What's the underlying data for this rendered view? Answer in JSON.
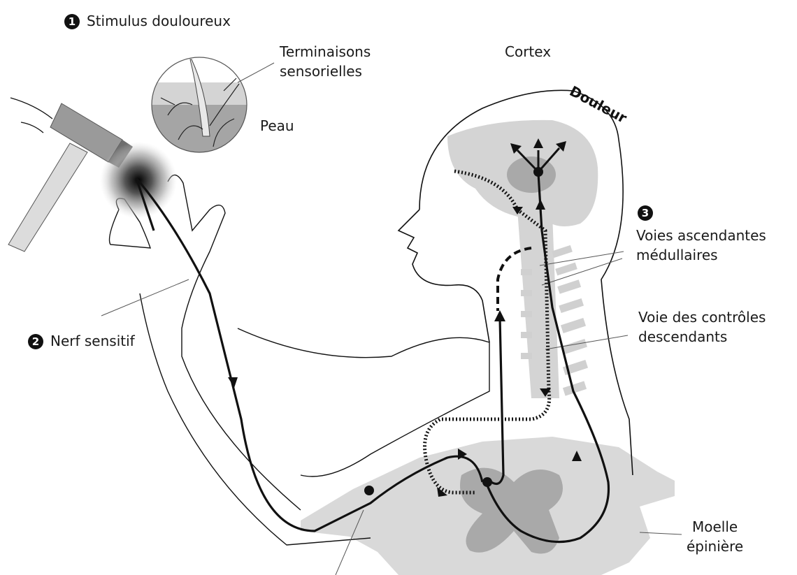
{
  "labels": {
    "step1_number": "1",
    "step1": "Stimulus douloureux",
    "terminaisons_line1": "Terminaisons",
    "terminaisons_line2": "sensorielles",
    "peau": "Peau",
    "cortex": "Cortex",
    "douleur": "Douleur",
    "step3_number": "3",
    "voies_line1": "Voies ascendantes",
    "voies_line2": "médullaires",
    "controles_line1": "Voie des contrôles",
    "controles_line2": "descendants",
    "step2_number": "2",
    "step2": "Nerf sensitif",
    "moelle_line1": "Moelle",
    "moelle_line2": "épinière"
  },
  "colors": {
    "line": "#111111",
    "tissue": "#d9d9d9",
    "tissue_dark": "#a9a9a9",
    "skin": "#c9c9c9"
  }
}
